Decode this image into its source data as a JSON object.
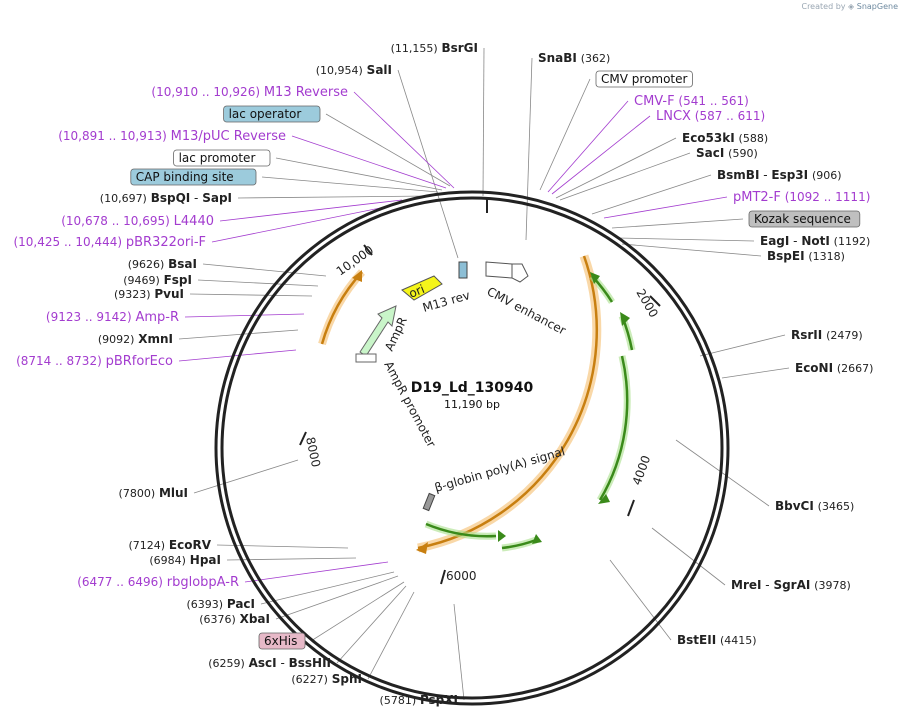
{
  "credit": {
    "prefix": "Created by",
    "brand": "SnapGene"
  },
  "plasmid": {
    "name": "D19_Ld_130940",
    "length": "11,190 bp"
  },
  "ticks": [
    "2000",
    "4000",
    "6000",
    "8000",
    "10,000"
  ],
  "features": {
    "ori": "ori",
    "m13rev": "M13 rev",
    "cmv_enhancer": "CMV enhancer",
    "ampr": "AmpR",
    "ampr_promoter": "AmpR promoter",
    "globin": "β-globin poly(A) signal"
  },
  "sites": [
    {
      "pos": "(11,155)",
      "name": "BsrGI",
      "kind": "enzyme"
    },
    {
      "pos": "(10,954)",
      "name": "SalI",
      "kind": "enzyme"
    },
    {
      "pos": "(10,910 .. 10,926)",
      "name": "M13 Reverse",
      "kind": "primer"
    },
    {
      "pos": "",
      "name": "lac operator",
      "kind": "feature-blue"
    },
    {
      "pos": "(10,891 .. 10,913)",
      "name": "M13/pUC Reverse",
      "kind": "primer"
    },
    {
      "pos": "",
      "name": "lac promoter",
      "kind": "feature-white"
    },
    {
      "pos": "",
      "name": "CAP binding site",
      "kind": "feature-blue"
    },
    {
      "pos": "(10,697)",
      "name": "BspQI",
      "name2": "SapI",
      "kind": "enzyme"
    },
    {
      "pos": "(10,678 .. 10,695)",
      "name": "L4440",
      "kind": "primer"
    },
    {
      "pos": "(10,425 .. 10,444)",
      "name": "pBR322ori-F",
      "kind": "primer"
    },
    {
      "pos": "(9626)",
      "name": "BsaI",
      "kind": "enzyme"
    },
    {
      "pos": "(9469)",
      "name": "FspI",
      "kind": "enzyme"
    },
    {
      "pos": "(9323)",
      "name": "PvuI",
      "kind": "enzyme"
    },
    {
      "pos": "(9123 .. 9142)",
      "name": "Amp-R",
      "kind": "primer"
    },
    {
      "pos": "(9092)",
      "name": "XmnI",
      "kind": "enzyme"
    },
    {
      "pos": "(8714 .. 8732)",
      "name": "pBRforEco",
      "kind": "primer"
    },
    {
      "pos": "(7800)",
      "name": "MluI",
      "kind": "enzyme"
    },
    {
      "pos": "(7124)",
      "name": "EcoRV",
      "kind": "enzyme"
    },
    {
      "pos": "(6984)",
      "name": "HpaI",
      "kind": "enzyme"
    },
    {
      "pos": "(6477 .. 6496)",
      "name": "rbglobpA-R",
      "kind": "primer"
    },
    {
      "pos": "(6393)",
      "name": "PacI",
      "kind": "enzyme"
    },
    {
      "pos": "(6376)",
      "name": "XbaI",
      "kind": "enzyme"
    },
    {
      "pos": "",
      "name": "6xHis",
      "kind": "feature-pink"
    },
    {
      "pos": "(6259)",
      "name": "AscI",
      "name2": "BssHII",
      "kind": "enzyme"
    },
    {
      "pos": "(6227)",
      "name": "SphI",
      "kind": "enzyme"
    },
    {
      "pos": "(5781)",
      "name": "PspXI",
      "kind": "enzyme"
    },
    {
      "pos": "(362)",
      "name": "SnaBI",
      "kind": "enzyme-right"
    },
    {
      "pos": "",
      "name": "CMV promoter",
      "kind": "feature-white"
    },
    {
      "pos": "(541 .. 561)",
      "name": "CMV-F",
      "kind": "primer-right"
    },
    {
      "pos": "(587 .. 611)",
      "name": "LNCX",
      "kind": "primer-right"
    },
    {
      "pos": "(588)",
      "name": "Eco53kI",
      "kind": "enzyme-right"
    },
    {
      "pos": "(590)",
      "name": "SacI",
      "kind": "enzyme-right"
    },
    {
      "pos": "(906)",
      "name": "BsmBI",
      "name2": "Esp3I",
      "kind": "enzyme-right"
    },
    {
      "pos": "(1092 .. 1111)",
      "name": "pMT2-F",
      "kind": "primer-right"
    },
    {
      "pos": "",
      "name": "Kozak sequence",
      "kind": "feature-gray"
    },
    {
      "pos": "(1192)",
      "name": "EagI",
      "name2": "NotI",
      "kind": "enzyme-right"
    },
    {
      "pos": "(1318)",
      "name": "BspEI",
      "kind": "enzyme-right"
    },
    {
      "pos": "(2479)",
      "name": "RsrII",
      "kind": "enzyme-right"
    },
    {
      "pos": "(2667)",
      "name": "EcoNI",
      "kind": "enzyme-right"
    },
    {
      "pos": "(3465)",
      "name": "BbvCI",
      "kind": "enzyme-right"
    },
    {
      "pos": "(3978)",
      "name": "MreI",
      "name2": "SgrAI",
      "kind": "enzyme-right"
    },
    {
      "pos": "(4415)",
      "name": "BstEII",
      "kind": "enzyme-right"
    }
  ]
}
